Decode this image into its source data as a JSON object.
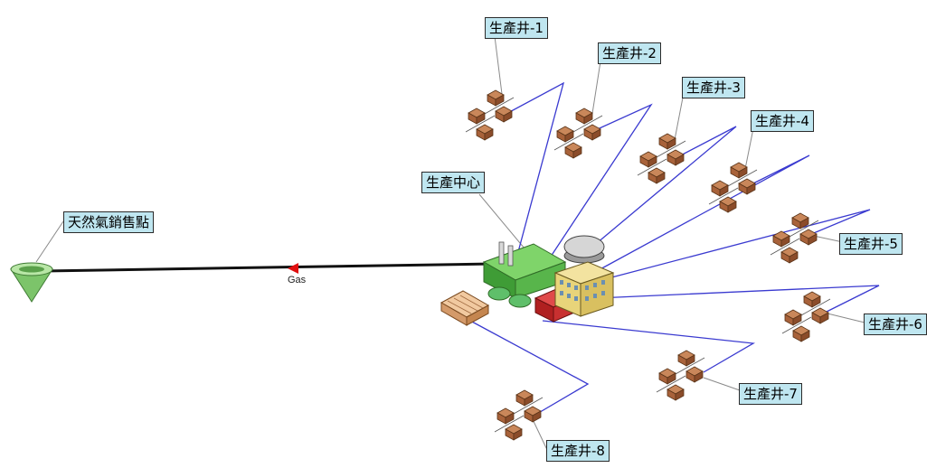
{
  "diagram": {
    "sales_point": {
      "label": "天然氣銷售點"
    },
    "center": {
      "label": "生產中心"
    },
    "flow": {
      "label": "Gas"
    },
    "wells": [
      {
        "label": "生產井-1"
      },
      {
        "label": "生產井-2"
      },
      {
        "label": "生產井-3"
      },
      {
        "label": "生產井-4"
      },
      {
        "label": "生產井-5"
      },
      {
        "label": "生產井-6"
      },
      {
        "label": "生產井-7"
      },
      {
        "label": "生產井-8"
      }
    ],
    "colors": {
      "well_line": "#3a3ad0",
      "leader_line": "#8a8a8a",
      "label_fill": "#bfe6f0",
      "export_line": "#111111",
      "flow_arrow": "#e01010",
      "cone": "#7cc46a"
    },
    "icons": {
      "sales_point": "funnel-cone-icon",
      "center": "gas-processing-plant-icon",
      "wells": "well-pad-cluster-icon"
    }
  }
}
